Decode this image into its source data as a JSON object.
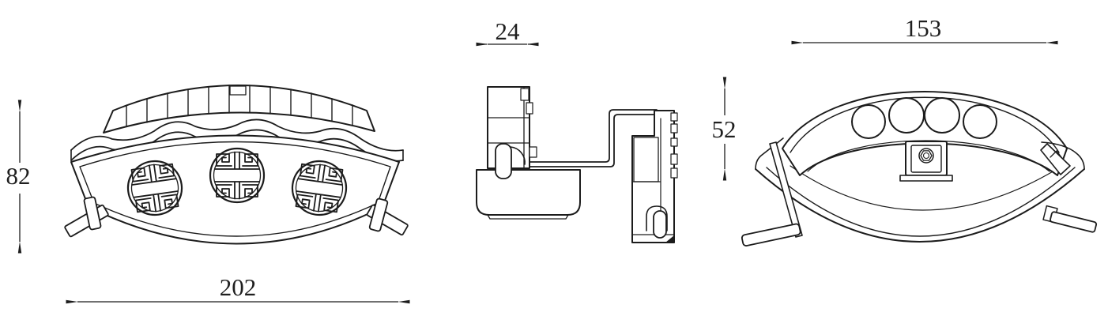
{
  "page": {
    "background_color": "#ffffff",
    "line_color": "#1c1c1c"
  },
  "views": {
    "front": {
      "height_dim": "82",
      "width_dim": "202"
    },
    "side": {
      "width_dim": "24",
      "height_dim": "52"
    },
    "back": {
      "width_dim": "153"
    }
  }
}
